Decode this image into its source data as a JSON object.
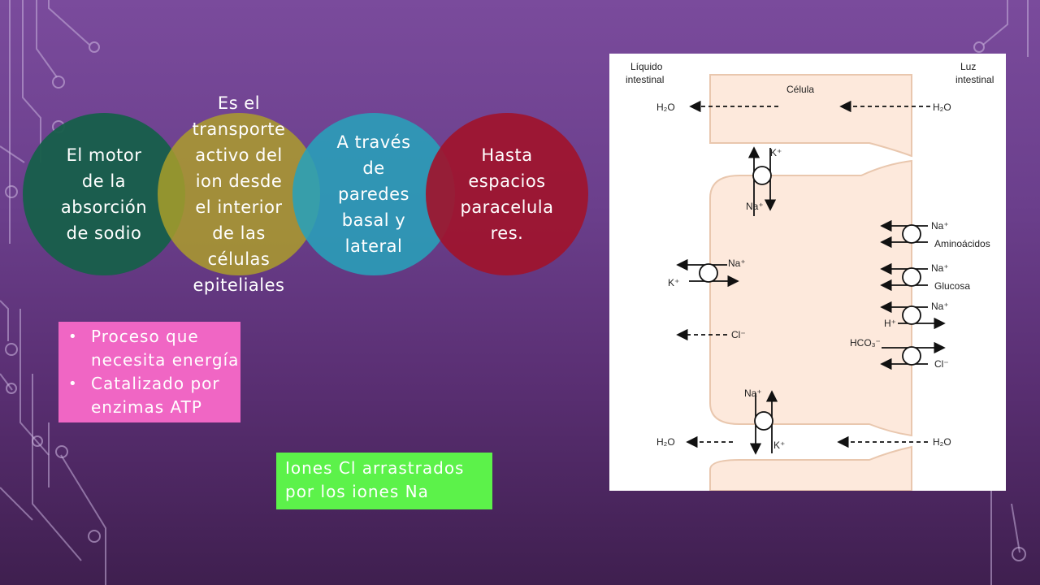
{
  "circles": [
    {
      "text": "El motor\nde la\nabsorción\nde sodio"
    },
    {
      "text": "Es el\ntransporte\nactivo del\nion desde\nel interior\nde las\ncélulas\nepiteliales"
    },
    {
      "text": "A través\nde\nparedes\nbasal y\nlateral"
    },
    {
      "text": "Hasta\nespacios\nparacelula\nres."
    }
  ],
  "bullets": [
    "Proceso que necesita energía",
    "Catalizado por enzimas ATP"
  ],
  "green_box": "Iones Cl arrastrados por los iones Na",
  "diagram": {
    "left_header": "Líquido\nintestinal",
    "right_header": "Luz\nintestinal",
    "cell_label": "Célula",
    "labels": {
      "h2o": "H₂O",
      "k": "K⁺",
      "na": "Na⁺",
      "cl": "Cl⁻",
      "h": "H⁺",
      "hco3": "HCO₃⁻",
      "aminoacidos": "Aminoácidos",
      "glucosa": "Glucosa"
    }
  },
  "colors": {
    "background_top": "#7a4b9c",
    "circle1": "#185f4b",
    "circle2": "#afa028",
    "circle3": "#28a0b9",
    "circle4": "#a0142d",
    "pink_box": "#f066c4",
    "green_box": "#5cf24a"
  }
}
